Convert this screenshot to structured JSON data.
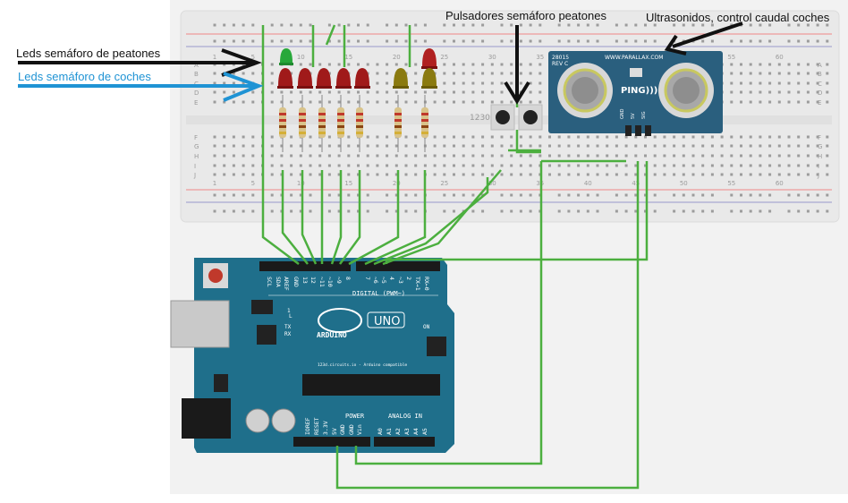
{
  "annotations": {
    "led_peatones": "Leds semáforo de peatones",
    "led_coches": "Leds semáforo de coches",
    "pulsadores": "Pulsadores semáforo peatones",
    "ultrasonidos": "Ultrasonidos, control caudal coches"
  },
  "colors": {
    "annotation_black": "#111111",
    "annotation_blue": "#1f93d4",
    "wire": "#4caf3f",
    "arduino_board": "#1f6f8b",
    "sensor_board": "#2a5f7e",
    "breadboard": "#e9e9e9"
  },
  "breadboard": {
    "column_numbers": [
      "1",
      "5",
      "10",
      "15",
      "20",
      "25",
      "30",
      "35",
      "40",
      "45",
      "50",
      "55",
      "60"
    ],
    "row_letters_top": [
      "A",
      "B",
      "C",
      "D",
      "E"
    ],
    "row_letters_bottom": [
      "F",
      "G",
      "H",
      "I",
      "J"
    ],
    "label": "1230"
  },
  "sensor": {
    "brand": "WWW.PARALLAX.COM",
    "name": "PING)))",
    "model": "28015",
    "rev": "REV C",
    "pins": [
      "GND",
      "5V",
      "SIG"
    ]
  },
  "arduino": {
    "header_top": [
      "SCL",
      "SDA",
      "AREF",
      "GND",
      "13",
      "12",
      "~11",
      "~10",
      "~9",
      "8",
      "7",
      "~6",
      "~5",
      "4",
      "~3",
      "2",
      "TX→1",
      "RX←0"
    ],
    "digital_label": "DIGITAL (PWM~)",
    "logo": "ARDUINO",
    "model": "UNO",
    "on_label": "ON",
    "tx_label": "TX",
    "rx_label": "RX",
    "l_label": "L",
    "pin1_label": "1",
    "site_label": "123d.circuits.io - Arduino compatible",
    "power_label": "POWER",
    "analog_label": "ANALOG IN",
    "power_pins": [
      "IOREF",
      "RESET",
      "3.3V",
      "5V",
      "GND",
      "GND",
      "Vin"
    ],
    "analog_pins": [
      "A0",
      "A1",
      "A2",
      "A3",
      "A4",
      "A5"
    ]
  }
}
